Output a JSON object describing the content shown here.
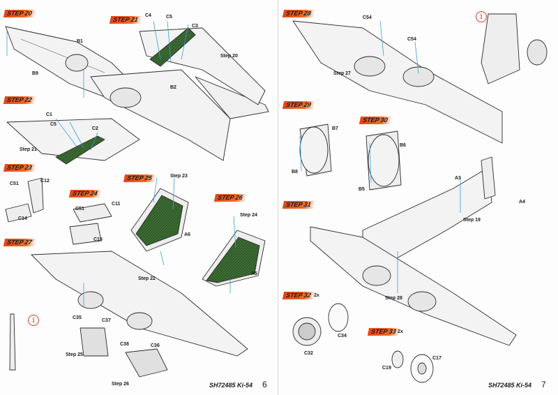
{
  "steps": {
    "s20": "STEP 20",
    "s21": "STEP 21",
    "s22": "STEP 22",
    "s23": "STEP 23",
    "s24": "STEP 24",
    "s25": "STEP 25",
    "s26": "STEP 26",
    "s27": "STEP 27",
    "s28": "STEP 28",
    "s29": "STEP 29",
    "s30": "STEP 30",
    "s31": "STEP 31",
    "s32": "STEP 32",
    "s33": "STEP 33"
  },
  "qty": {
    "s32": "2x",
    "s33": "2x"
  },
  "labels": {
    "B1": "B1",
    "B9": "B9",
    "B2": "B2",
    "B7": "B7",
    "B8": "B8",
    "B6": "B6",
    "B5": "B5",
    "A3": "A3",
    "A4": "A4",
    "A6": "A6",
    "A5": "A5",
    "C4": "C4",
    "C5a": "C5",
    "C3": "C3",
    "C1": "C1",
    "C5b": "C5",
    "C2": "C2",
    "C51a": "C51",
    "C12": "C12",
    "C14": "C14",
    "C51b": "C51",
    "C11": "C11",
    "C15": "C15",
    "C35": "C35",
    "C37": "C37",
    "C38": "C38",
    "C36": "C36",
    "C54a": "C54",
    "C54b": "C54",
    "C34": "C34",
    "C32": "C32",
    "C19": "C19",
    "C17": "C17"
  },
  "refs": {
    "step20": "Step 20",
    "step21": "Step 21",
    "step22": "Step 22",
    "step23": "Step 23",
    "step24": "Step 24",
    "step25": "Step 25",
    "step26": "Step 26",
    "step27": "Step 27",
    "step28": "Step 28",
    "step19": "Step 19"
  },
  "footer": {
    "code_left": "SH72485 Ki-54",
    "page_left": "6",
    "code_right": "SH72485 Ki-54",
    "page_right": "7"
  },
  "icons": {
    "info": "i"
  },
  "colors": {
    "step_tag": "#e0471a",
    "interior_green": "#2f5a2a",
    "callout_line": "#3aa0d8",
    "info_red": "#d23a2c",
    "glue": "#c8b22a"
  }
}
